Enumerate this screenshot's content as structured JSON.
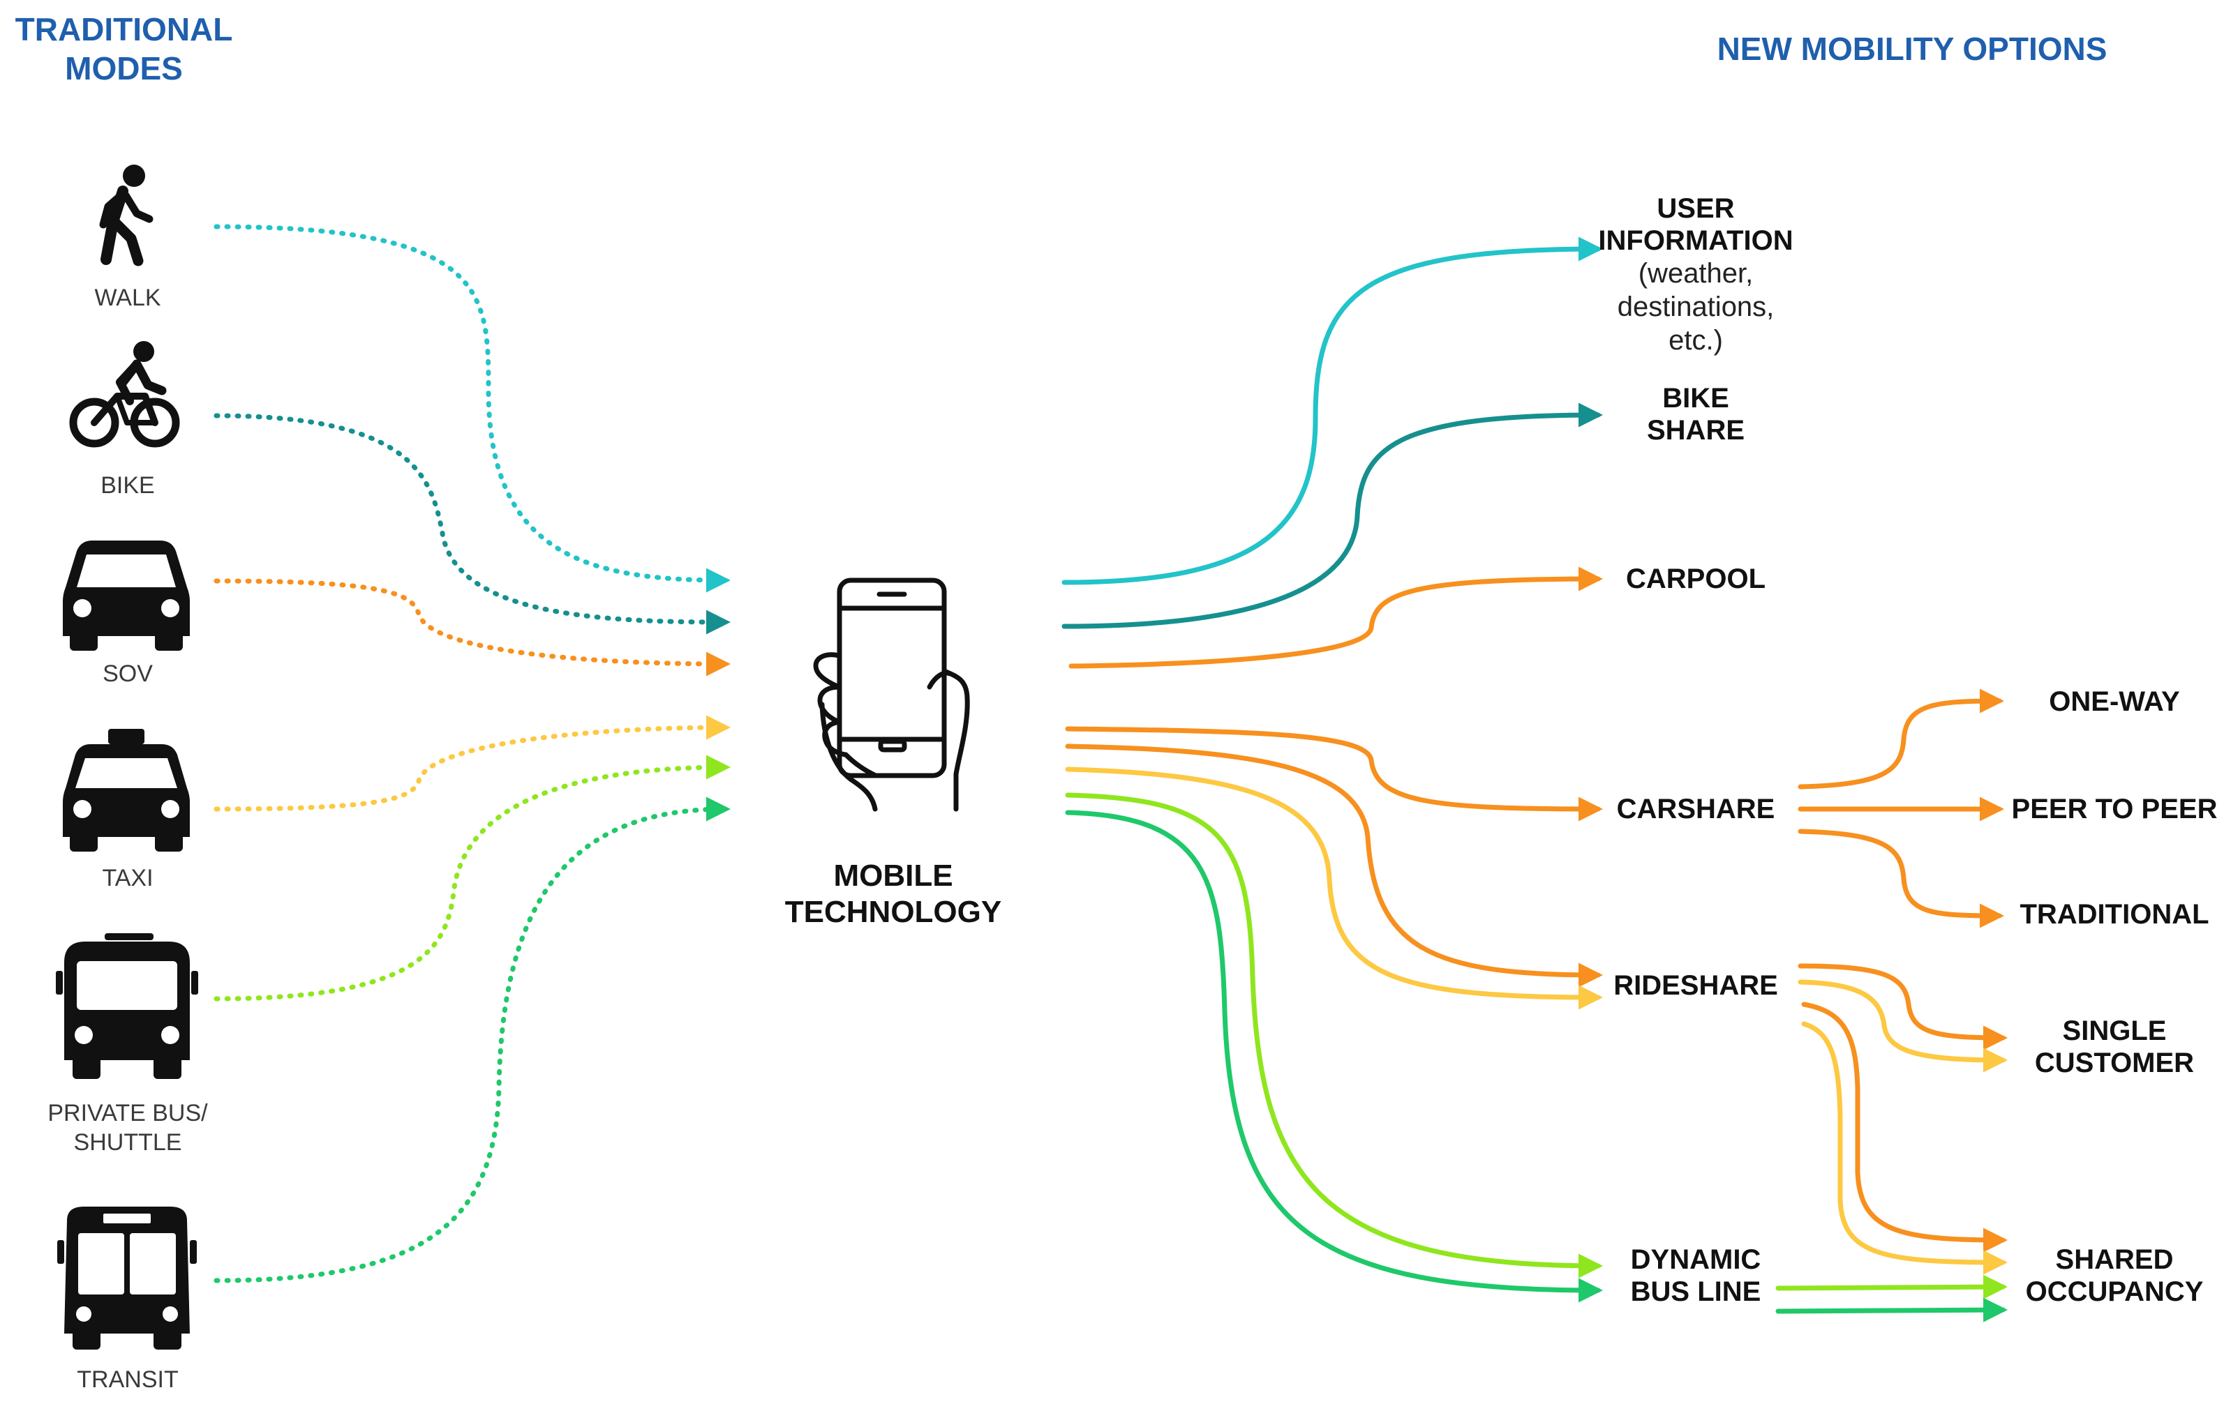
{
  "headers": {
    "left": "TRADITIONAL\nMODES",
    "right": "NEW MOBILITY OPTIONS"
  },
  "traditional_modes": [
    {
      "label": "WALK",
      "icon": "walk-icon"
    },
    {
      "label": "BIKE",
      "icon": "bike-icon"
    },
    {
      "label": "SOV",
      "icon": "car-icon"
    },
    {
      "label": "TAXI",
      "icon": "taxi-icon"
    },
    {
      "label": "PRIVATE BUS/\nSHUTTLE",
      "icon": "bus-icon"
    },
    {
      "label": "TRANSIT",
      "icon": "transit-bus-icon"
    }
  ],
  "center": {
    "label": "MOBILE\nTECHNOLOGY",
    "icon": "smartphone-hand-icon"
  },
  "new_options": {
    "user_information": {
      "label": "USER\nINFORMATION",
      "sub": "(weather,\ndestinations,\netc.)"
    },
    "bike_share": {
      "label": "BIKE\nSHARE"
    },
    "carpool": {
      "label": "CARPOOL"
    },
    "carshare": {
      "label": "CARSHARE"
    },
    "rideshare": {
      "label": "RIDESHARE"
    },
    "dynamic_bus_line": {
      "label": "DYNAMIC\nBUS LINE"
    }
  },
  "sub_options": {
    "one_way": {
      "label": "ONE-WAY"
    },
    "peer_to_peer": {
      "label": "PEER TO PEER"
    },
    "traditional": {
      "label": "TRADITIONAL"
    },
    "single_customer": {
      "label": "SINGLE\nCUSTOMER"
    },
    "shared_occupancy": {
      "label": "SHARED\nOCCUPANCY"
    }
  },
  "colors": {
    "header": "#1f5fad",
    "cyan": "#22c3c9",
    "teal": "#168f8f",
    "orange": "#f7901e",
    "yellow": "#fdc842",
    "lime": "#8fe61e",
    "green": "#1fc86a",
    "icon": "#111111"
  }
}
